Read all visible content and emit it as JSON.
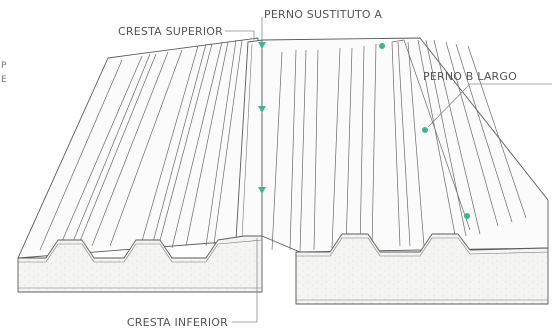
{
  "labels": {
    "cresta_superior": "CRESTA SUPERIOR",
    "perno_sustituto_a": "PERNO SUSTITUTO A",
    "perno_b_largo": "PERNO B LARGO",
    "cresta_inferior": "CRESTA INFERIOR"
  },
  "edge_fragments": [
    "P",
    "E"
  ],
  "colors": {
    "outline": "#5b5b5b",
    "foam": "#f3f3f1",
    "steel_face": "#fbfbfb",
    "marker": "#3fb58c",
    "leader": "#8a8a8a"
  }
}
